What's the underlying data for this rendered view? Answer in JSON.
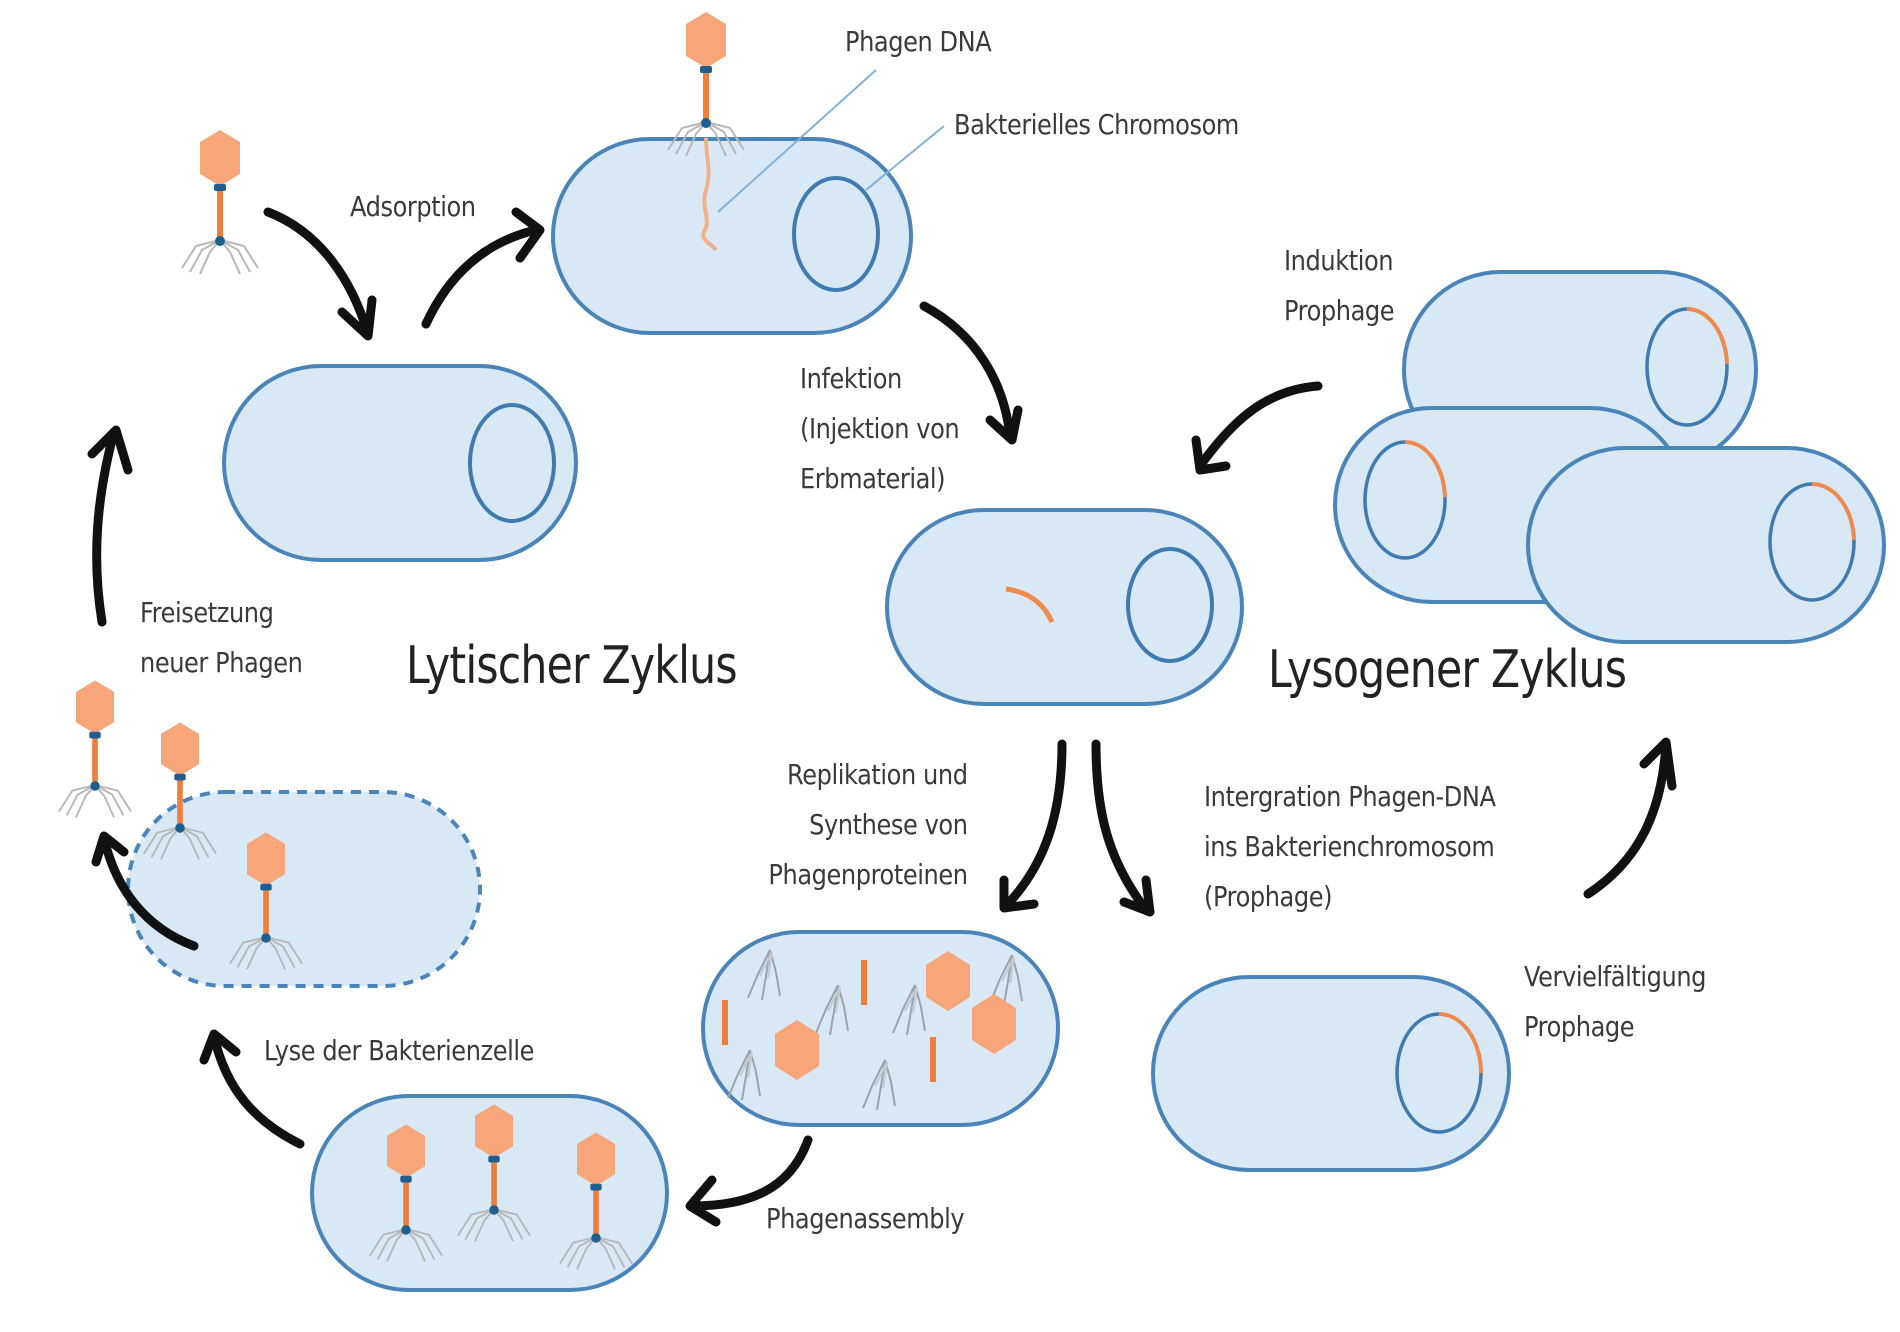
{
  "diagram": {
    "title": "Lytischer und lysogener Zyklus eines Bakteriophagen",
    "colors": {
      "cell_fill": "#d9e8f5",
      "cell_stroke": "#4a84b8",
      "phage_head": "#f7a67a",
      "phage_tail": "#ef7e3c",
      "phage_collar": "#1f5f8f",
      "tail_fibers": "#b8b8b8",
      "arrow": "#111111",
      "leader_line": "#7fb3da",
      "text": "#3a3a3a"
    },
    "cycle_titles": {
      "lytic": "Lytischer Zyklus",
      "lysogenic": "Lysogener Zyklus"
    },
    "labels": {
      "adsorption": "Adsorption",
      "phage_dna": "Phagen DNA",
      "bacterial_chromosome": "Bakterielles Chromosom",
      "infection": [
        "Infektion",
        "(Injektion von",
        "Erbmaterial)"
      ],
      "induction": [
        "Induktion",
        "Prophage"
      ],
      "release": [
        "Freisetzung",
        "neuer Phagen"
      ],
      "replication": [
        "Replikation und",
        "Synthese von",
        "Phagenproteinen"
      ],
      "integration": [
        "Intergration Phagen-DNA",
        "ins Bakterienchromosom",
        "(Prophage)"
      ],
      "multiplication": [
        "Vervielfältigung",
        "Prophage"
      ],
      "lysis": "Lyse der Bakterienzelle",
      "assembly": "Phagenassembly"
    },
    "nodes": [
      {
        "id": "free-phage",
        "desc": "Freier Phage"
      },
      {
        "id": "bacterium-intact",
        "desc": "Bakterium mit Chromosom"
      },
      {
        "id": "bacterium-injection",
        "desc": "Phage injiziert DNA"
      },
      {
        "id": "bacterium-infected",
        "desc": "Bakterium mit Phagen-DNA"
      },
      {
        "id": "bacterium-synthesis",
        "desc": "Synthese von Phagenbestandteilen"
      },
      {
        "id": "bacterium-assembled",
        "desc": "Zusammengesetzte Phagen"
      },
      {
        "id": "bacterium-lysing",
        "desc": "Lysierende Zelle"
      },
      {
        "id": "bacterium-prophage",
        "desc": "Bakterium mit Prophage"
      },
      {
        "id": "bacteria-colony",
        "desc": "Vermehrte Bakterien mit Prophage"
      }
    ]
  }
}
